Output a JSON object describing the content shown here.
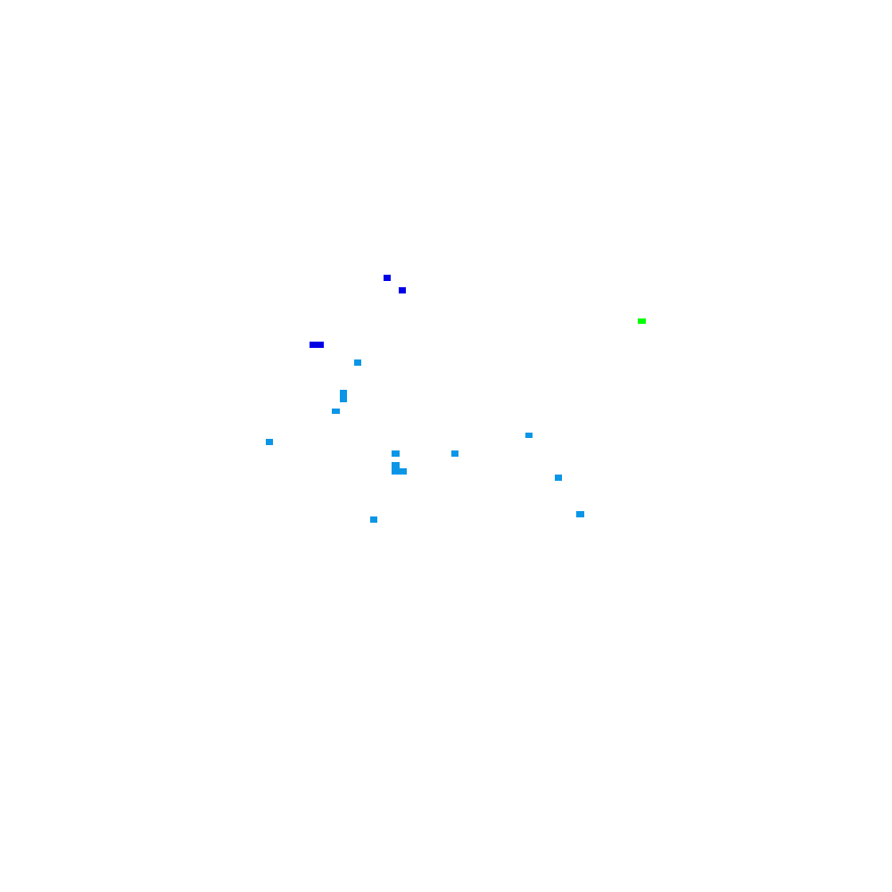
{
  "colors": {
    "background": "#ffffff",
    "navy_blue": "#0000e6",
    "sky_blue": "#0a96e6",
    "green": "#00ff00"
  },
  "marks": [
    {
      "color_key": "navy_blue"
    },
    {
      "color_key": "navy_blue"
    },
    {
      "color_key": "navy_blue"
    },
    {
      "color_key": "green"
    },
    {
      "color_key": "sky_blue"
    },
    {
      "color_key": "sky_blue"
    },
    {
      "color_key": "sky_blue"
    },
    {
      "color_key": "sky_blue"
    },
    {
      "color_key": "sky_blue"
    },
    {
      "color_key": "sky_blue"
    },
    {
      "color_key": "sky_blue"
    },
    {
      "color_key": "sky_blue"
    },
    {
      "color_key": "sky_blue"
    },
    {
      "color_key": "sky_blue"
    },
    {
      "color_key": "sky_blue"
    },
    {
      "color_key": "sky_blue"
    },
    {
      "color_key": "sky_blue"
    }
  ]
}
